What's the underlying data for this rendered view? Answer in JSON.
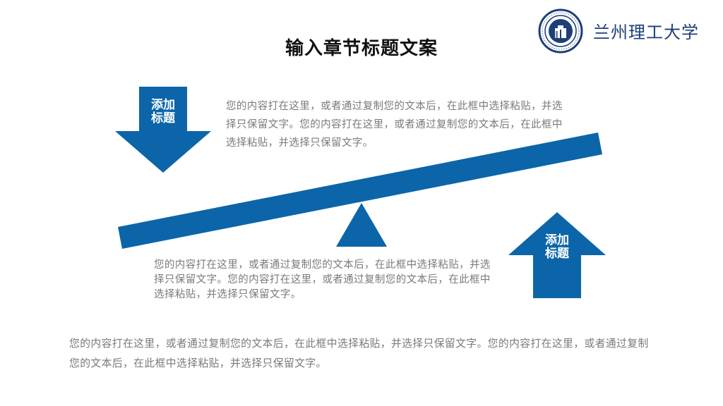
{
  "slide": {
    "title": "输入章节标题文案",
    "university_name": "兰州理工大学",
    "logo": {
      "icon": "university-seal-icon",
      "color": "#1c3f78"
    },
    "down_arrow": {
      "label_line1": "添加",
      "label_line2": "标题",
      "color": "#0b65a8"
    },
    "up_arrow": {
      "label_line1": "添加",
      "label_line2": "标题",
      "color": "#0b65a8"
    },
    "seesaw_color": "#0b65a8",
    "text_top": "您的内容打在这里，或者通过复制您的文本后，在此框中选择粘贴，并选择只保留文字。您的内容打在这里，或者通过复制您的文本后，在此框中选择粘贴，并选择只保留文字。",
    "text_middle": "您的内容打在这里，或者通过复制您的文本后，在此框中选择粘贴，并选择只保留文字。您的内容打在这里，或者通过复制您的文本后，在此框中选择粘贴，并选择只保留文字。",
    "text_bottom": "您的内容打在这里，或者通过复制您的文本后，在此框中选择粘贴，并选择只保留文字。您的内容打在这里，或者通过复制您的文本后，在此框中选择粘贴，并选择只保留文字。"
  }
}
